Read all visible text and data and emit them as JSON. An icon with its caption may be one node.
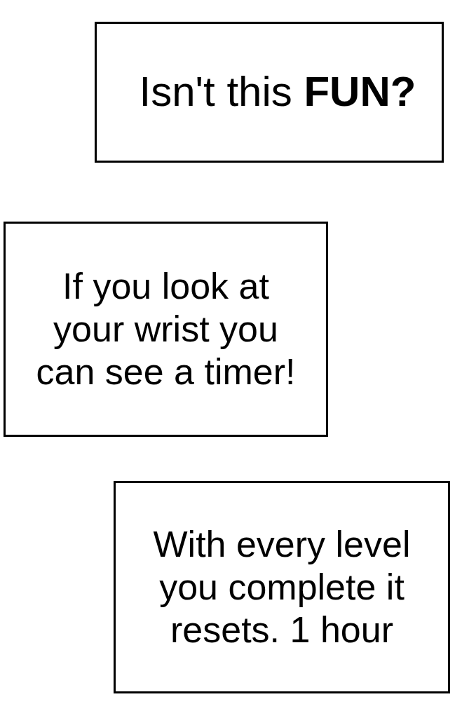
{
  "diagram": {
    "nodes": [
      {
        "text": [
          "Isn't this **FUN?**"
        ]
      },
      {
        "text": [
          "If you look at your wrist you can see a timer!"
        ]
      },
      {
        "text": [
          "With every level you complete it resets. 1 hour"
        ]
      }
    ]
  }
}
